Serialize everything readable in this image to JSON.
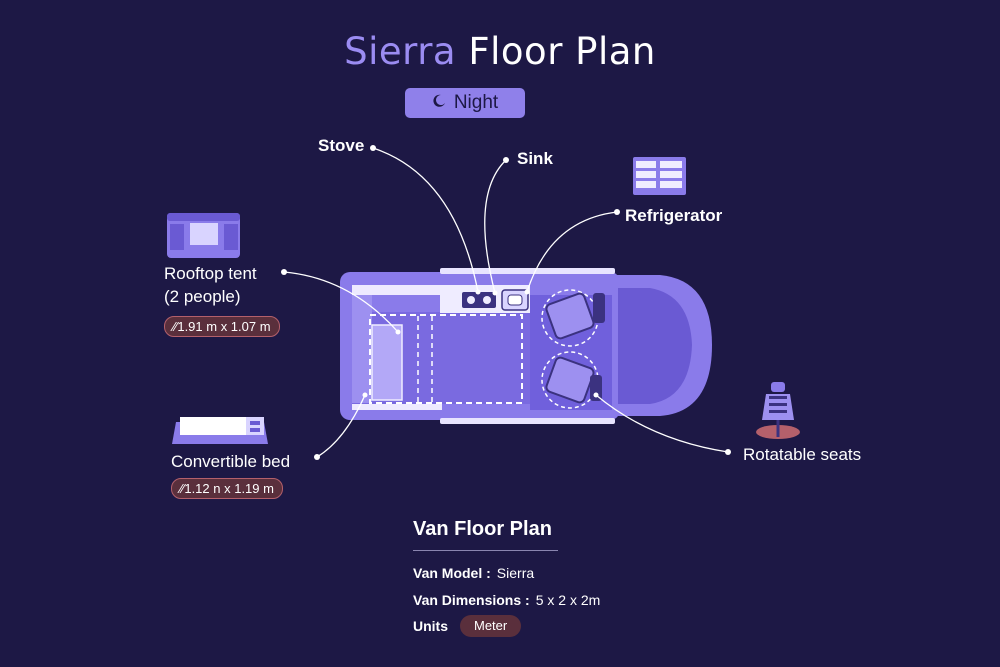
{
  "header": {
    "title_accent": "Sierra",
    "title_rest": "Floor Plan",
    "mode_label": "Night",
    "mode_icon": "moon-icon"
  },
  "features": {
    "stove": {
      "label": "Stove"
    },
    "sink": {
      "label": "Sink"
    },
    "refrigerator": {
      "label": "Refrigerator",
      "icon": "refrigerator-icon"
    },
    "rooftop_tent": {
      "label_line1": "Rooftop tent",
      "label_line2": "(2 people)",
      "dimensions": "1.91 m x 1.07 m",
      "icon": "rooftop-tent-icon"
    },
    "convertible_bed": {
      "label": "Convertible bed",
      "dimensions": "1.12  n x 1.19 m",
      "icon": "bed-icon"
    },
    "rotatable_seats": {
      "label": "Rotatable seats",
      "icon": "seat-icon"
    }
  },
  "info": {
    "title": "Van Floor Plan",
    "model_key": "Van Model :",
    "model_value": "Sierra",
    "dimensions_key": "Van Dimensions :",
    "dimensions_value": "5 x 2 x 2m",
    "units_key": "Units",
    "units_value": "Meter"
  },
  "colors": {
    "background": "#1d1845",
    "accent": "#9b8cf2",
    "van_body": "#8a7bea",
    "van_dark": "#6a5ad3",
    "badge": "#5a2f3c"
  }
}
